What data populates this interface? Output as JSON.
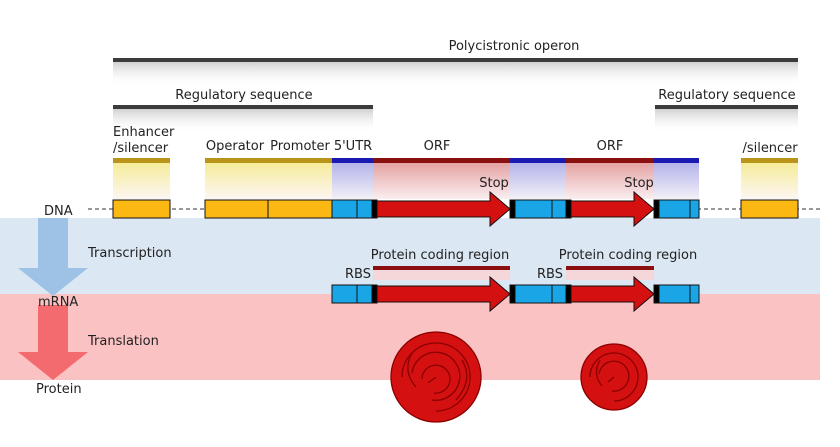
{
  "title": "Polycistronic operon",
  "regulatory_left": "Regulatory sequence",
  "regulatory_right": "Regulatory sequence",
  "labels": {
    "enhancer_line1": "Enhancer",
    "enhancer_line2": "/silencer",
    "operator": "Operator",
    "promoter": "Promoter",
    "utr5": "5'UTR",
    "orf1": "ORF",
    "orf2": "ORF",
    "silencer_right": "/silencer",
    "stop1": "Stop",
    "stop2": "Stop",
    "protein_coding1": "Protein coding region",
    "protein_coding2": "Protein coding region",
    "rbs1": "RBS",
    "rbs2": "RBS"
  },
  "stages": {
    "dna": "DNA",
    "transcription": "Transcription",
    "mrna": "mRNA",
    "translation": "Translation",
    "protein": "Protein"
  },
  "colors": {
    "regulatory": "#fbb813",
    "regulatory_bar": "#b8951a",
    "utr": "#1aa6e6",
    "utr_bar": "#1a1ab0",
    "orf": "#d41010",
    "orf_bar": "#8a1010",
    "transcription_band": "#dbe7f3",
    "translation_band": "#fbc2c4",
    "dna_arrow": "#9dc2e5",
    "mrna_arrow": "#f36b6e",
    "protein": "#d41010",
    "dark_bar": "#3b3b3b"
  }
}
